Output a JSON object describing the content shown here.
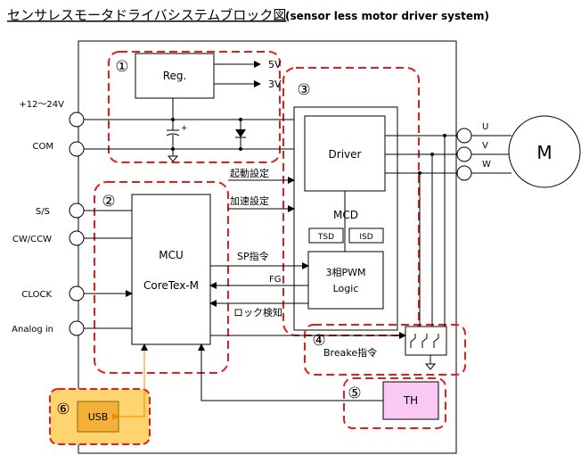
{
  "title": {
    "jp": "センサレスモータドライバシステムブロック図",
    "en": "(sensor less motor driver system)"
  },
  "inputs": {
    "power": "+12～24V",
    "com": "COM",
    "ss": "S/S",
    "cwccw": "CW/CCW",
    "clock": "CLOCK",
    "analog": "Analog in"
  },
  "regulator": {
    "label": "Reg.",
    "out5": "5V",
    "out3": "3V",
    "cap_polarity": "+"
  },
  "numbers": {
    "n1": "①",
    "n2": "②",
    "n3": "③",
    "n4": "④",
    "n5": "⑤",
    "n6": "⑥"
  },
  "mcu": {
    "label1": "MCU",
    "label2": "CoreTex-M"
  },
  "driver_block": {
    "driver": "Driver",
    "mcd": "MCD",
    "tsd": "TSD",
    "isd": "ISD",
    "pwm1": "3相PWM",
    "pwm2": "Logic"
  },
  "signals": {
    "kidou": "起動設定",
    "kasoku": "加速設定",
    "sp": "SP指令",
    "fg": "FG",
    "lock": "ロック検知",
    "brake": "Breake指令"
  },
  "outputs": {
    "u": "U",
    "v": "V",
    "w": "W",
    "motor": "M"
  },
  "th": {
    "label": "TH"
  },
  "usb": {
    "label": "USB"
  },
  "colors": {
    "dashed_red": "#e02020",
    "th_fill": "#f9c9f3",
    "usb_zone": "#ffd36e",
    "usb_box": "#f4b13a",
    "usb_arrow": "#f08a00"
  }
}
